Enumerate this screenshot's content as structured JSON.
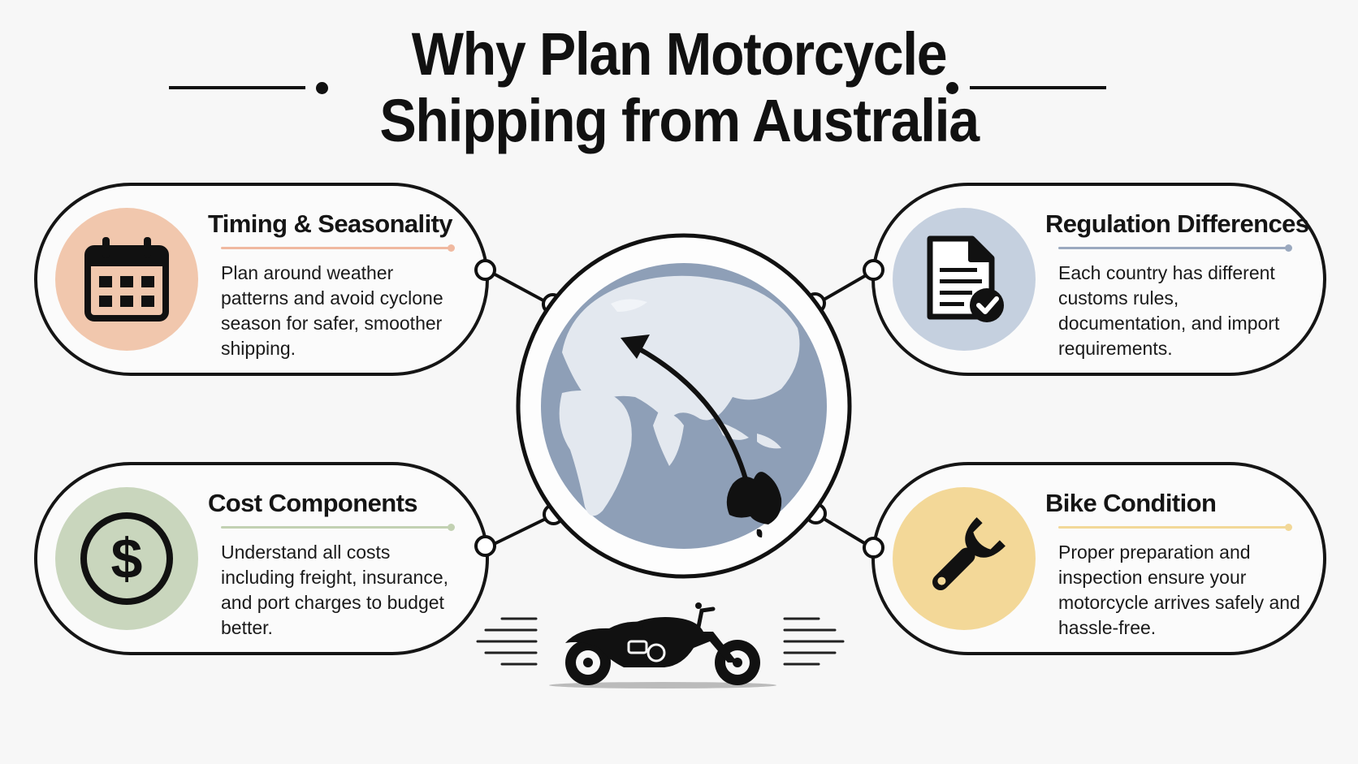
{
  "header": {
    "title_line1": "Why Plan Motorcycle",
    "title_line2": "Shipping from Australia"
  },
  "cards": [
    {
      "id": "timing",
      "title": "Timing & Seasonality",
      "description": "Plan around weather patterns and avoid cyclone season for safer, smoother shipping.",
      "icon": "calendar-icon",
      "circle_color": "#f1c7ad",
      "accent_color": "#f0b9a0"
    },
    {
      "id": "regulation",
      "title": "Regulation Differences",
      "description": "Each country has different customs rules, documentation, and import requirements.",
      "icon": "document-check-icon",
      "circle_color": "#c5d0df",
      "accent_color": "#9ba9bf"
    },
    {
      "id": "cost",
      "title": "Cost Components",
      "description": "Understand all costs including freight, insurance, and port charges to budget better.",
      "icon": "dollar-icon",
      "circle_color": "#c9d6bd",
      "accent_color": "#c2d1b2"
    },
    {
      "id": "bike",
      "title": "Bike Condition",
      "description": "Proper preparation and inspection ensure your motorcycle arrives safely and hassle-free.",
      "icon": "wrench-icon",
      "circle_color": "#f3d898",
      "accent_color": "#f2d898"
    }
  ],
  "center": {
    "icon": "globe-icon",
    "globe_color": "#8e9fb7",
    "land_color": "#e3e8ef",
    "route_icon": "arrow-icon",
    "highlight_icon": "australia-icon"
  },
  "footer": {
    "icon": "motorcycle-icon"
  },
  "colors": {
    "outline": "#151515",
    "background": "#f7f7f7"
  }
}
